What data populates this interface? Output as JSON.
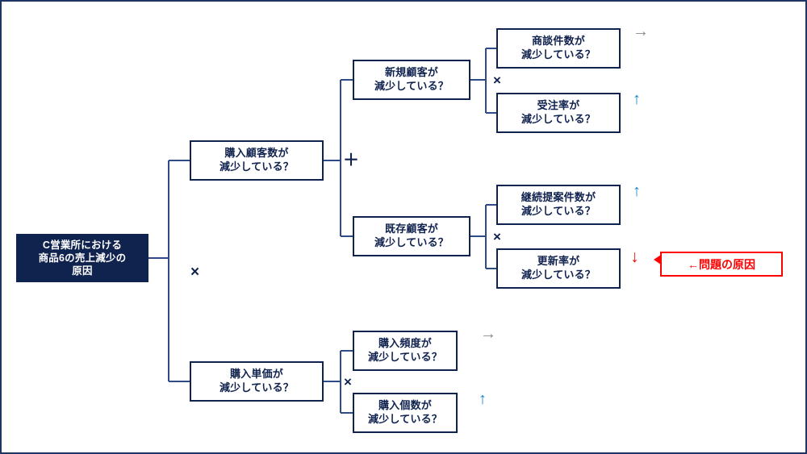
{
  "slide": {
    "title_node": {
      "id": "root",
      "text": "C営業所における\n商品6の売上減少の\n原因"
    },
    "level1": [
      {
        "id": "purchase-customers",
        "text": "購入顧客数が\n減少している？"
      },
      {
        "id": "unit-price",
        "text": "購入単価が\n減少している？"
      }
    ],
    "level2": [
      {
        "id": "new-customers",
        "text": "新規顧客が\n減少している？"
      },
      {
        "id": "existing-customers",
        "text": "既存顧客が\n減少している？"
      }
    ],
    "level3": [
      {
        "id": "negotiation-count",
        "text": "商談件数が\n減少している？",
        "indicator": "→"
      },
      {
        "id": "order-rate",
        "text": "受注率が\n減少している？",
        "indicator": "↑"
      },
      {
        "id": "continued-proposals",
        "text": "継続提案件数が\n減少している？",
        "indicator": "↑"
      },
      {
        "id": "renewal-rate",
        "text": "更新率が\n減少している？",
        "indicator": "↓"
      },
      {
        "id": "purchase-frequency",
        "text": "購入頻度が\n減少している？",
        "indicator": "→"
      },
      {
        "id": "purchase-quantity",
        "text": "購入個数が\n減少している？",
        "indicator": "↑"
      }
    ],
    "operators": {
      "root_split": "×",
      "customers_split": "＋",
      "new_customer_split": "×",
      "existing_customer_split": "×",
      "unit_price_split": "×"
    },
    "callout": {
      "text": "←問題の原因"
    },
    "colors": {
      "navy": "#10224e",
      "border_navy": "#1f3566",
      "connector": "#2f4b87",
      "arrow_flat": "#8a8a8a",
      "arrow_up": "#1b84d0",
      "arrow_down": "#ff0000",
      "callout_red": "#ff0000",
      "background": "#ffffff"
    }
  }
}
